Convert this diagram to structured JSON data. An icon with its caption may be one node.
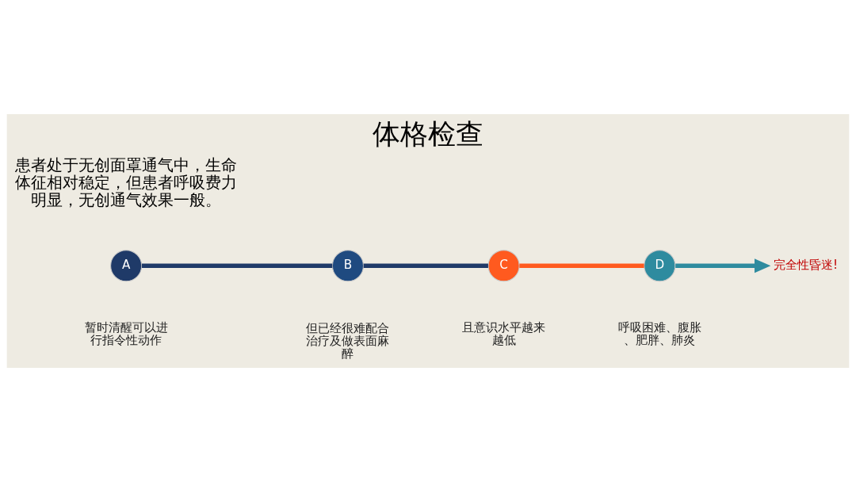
{
  "diagram": {
    "title": "体格检查",
    "nodes": [
      {
        "text": [
          "A"
        ],
        "beside": [
          "暂时清醒可以进行指令性动作"
        ]
      },
      {
        "text": [
          "B"
        ],
        "beside": [
          "但已经很难配合治疗及做表面麻醉"
        ]
      },
      {
        "text": [
          "C"
        ],
        "beside": [
          "且意识水平越来越低"
        ]
      },
      {
        "text": [
          "D"
        ],
        "beside": [
          "呼吸困难、腹胀、肥胖、肺炎"
        ]
      },
      {
        "text": [
          "完全性昏迷!"
        ]
      }
    ],
    "edges": [
      {
        "from": 0,
        "to": 1,
        "arrow": "none"
      },
      {
        "from": 1,
        "to": 2,
        "arrow": "none"
      },
      {
        "from": 2,
        "to": 3,
        "arrow": "none",
        "color": "#ff5a1f"
      },
      {
        "from": 3,
        "to": 4,
        "arrow": "to",
        "color": "#2e8b9f"
      }
    ],
    "labels": [
      "患者处于无创面罩通气中，生命体征相对稳定，但患者呼吸费力明显，无创通气效果一般。"
    ]
  }
}
